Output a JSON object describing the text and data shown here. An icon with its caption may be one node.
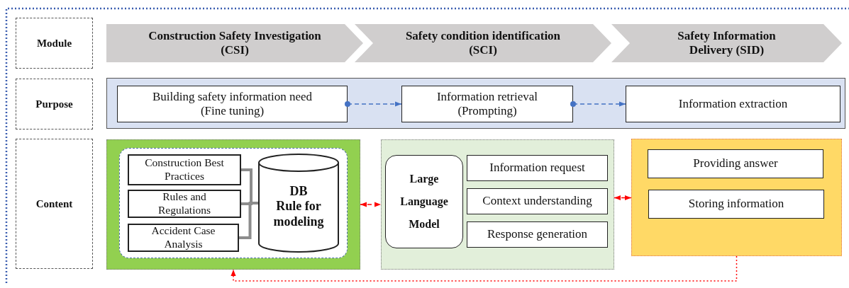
{
  "diagram": {
    "nodes": [
      {
        "text": [
          "Module"
        ]
      },
      {
        "text": [
          "Construction Safety Investigation (CSI)"
        ]
      },
      {
        "text": [
          "Safety condition identification (SCI)"
        ]
      },
      {
        "text": [
          "Safety Information Delivery (SID)"
        ]
      },
      {
        "text": [
          "Purpose"
        ]
      },
      {
        "text": [],
        "shape": "box"
      },
      {
        "text": [
          "Building safety information need (Fine tuning)"
        ],
        "in": 5
      },
      {
        "text": [
          "Information retrieval (Prompting)"
        ],
        "in": 5
      },
      {
        "text": [
          "Information extraction"
        ],
        "in": 5
      },
      {
        "text": [
          "Content"
        ]
      },
      {
        "text": [],
        "shape": "box"
      },
      {
        "text": [],
        "shape": "box",
        "in": 10
      },
      {
        "text": [
          "Construction Best Practices"
        ],
        "in": 11
      },
      {
        "text": [
          "Rules and Regulations"
        ],
        "in": 11
      },
      {
        "text": [
          "Accident Case Analysis"
        ],
        "in": 11
      },
      {
        "text": [
          "DB",
          "Rule for modeling"
        ],
        "in": 11
      },
      {
        "text": [],
        "shape": "box"
      },
      {
        "text": [
          "Large Language Model"
        ],
        "in": 16
      },
      {
        "text": [
          "Information request"
        ],
        "in": 16
      },
      {
        "text": [
          "Context understanding"
        ],
        "in": 16
      },
      {
        "text": [
          "Response generation"
        ],
        "in": 16
      },
      {
        "text": [],
        "shape": "box"
      },
      {
        "text": [
          "Providing answer"
        ],
        "in": 21
      },
      {
        "text": [
          "Storing information"
        ],
        "in": 21
      }
    ],
    "edges": [
      {
        "from": 6,
        "to": 7,
        "arrow": "to",
        "style": "dashed",
        "color": "#4472c4"
      },
      {
        "from": 7,
        "to": 8,
        "arrow": "to",
        "style": "dashed",
        "color": "#4472c4"
      },
      {
        "from": 12,
        "to": 15,
        "arrow": "none",
        "style": "thick"
      },
      {
        "from": 13,
        "to": 15,
        "arrow": "none",
        "style": "thick"
      },
      {
        "from": 14,
        "to": 15,
        "arrow": "none",
        "style": "thick"
      },
      {
        "from": 10,
        "to": 16,
        "arrow": "both",
        "style": "dashed",
        "color": "#ff0000"
      },
      {
        "from": 16,
        "to": 21,
        "arrow": "both",
        "style": "dashed",
        "color": "#ff0000"
      },
      {
        "from": 21,
        "to": 10,
        "arrow": "to",
        "style": "dashed",
        "color": "#ff0000"
      }
    ]
  }
}
